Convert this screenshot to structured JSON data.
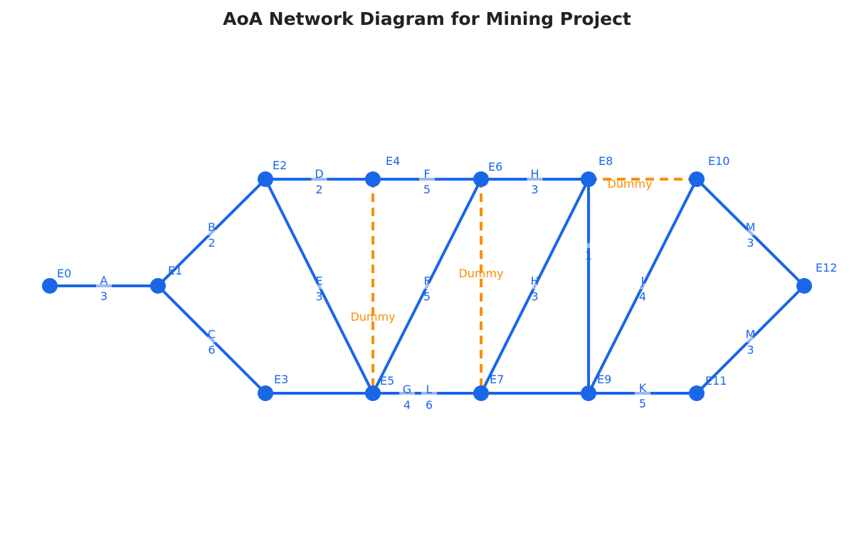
{
  "title": "AoA Network Diagram for Mining Project",
  "colors": {
    "activity": "#1a66e8",
    "dummy": "#ff8c00",
    "node": "#1a66e8"
  },
  "nodes": [
    "E0",
    "E1",
    "E2",
    "E3",
    "E4",
    "E5",
    "E6",
    "E7",
    "E8",
    "E9",
    "E10",
    "E11",
    "E12"
  ],
  "edges": [
    {
      "from": "E0",
      "to": "E1",
      "activity": "A",
      "duration": "3"
    },
    {
      "from": "E1",
      "to": "E2",
      "activity": "B",
      "duration": "2"
    },
    {
      "from": "E1",
      "to": "E3",
      "activity": "C",
      "duration": "6"
    },
    {
      "from": "E2",
      "to": "E4",
      "activity": "D",
      "duration": "2"
    },
    {
      "from": "E2",
      "to": "E5",
      "activity": "E",
      "duration": "3"
    },
    {
      "from": "E3",
      "to": "E5",
      "activity": "",
      "duration": ""
    },
    {
      "from": "E4",
      "to": "E6",
      "activity": "F",
      "duration": "5"
    },
    {
      "from": "E5",
      "to": "E6",
      "activity": "F",
      "duration": "5"
    },
    {
      "from": "E5",
      "to": "E7",
      "activity": "G",
      "duration": "4"
    },
    {
      "from": "E5",
      "to": "E7",
      "activity": "L",
      "duration": "6"
    },
    {
      "from": "E6",
      "to": "E8",
      "activity": "H",
      "duration": "3"
    },
    {
      "from": "E7",
      "to": "E8",
      "activity": "H",
      "duration": "3"
    },
    {
      "from": "E7",
      "to": "E9",
      "activity": "",
      "duration": ""
    },
    {
      "from": "E8",
      "to": "E9",
      "activity": "I",
      "duration": "1"
    },
    {
      "from": "E9",
      "to": "E10",
      "activity": "J",
      "duration": "4"
    },
    {
      "from": "E9",
      "to": "E11",
      "activity": "K",
      "duration": "5"
    },
    {
      "from": "E10",
      "to": "E12",
      "activity": "M",
      "duration": "3"
    },
    {
      "from": "E11",
      "to": "E12",
      "activity": "M",
      "duration": "3"
    },
    {
      "from": "E4",
      "to": "E5",
      "activity": "Dummy",
      "dummy": true
    },
    {
      "from": "E6",
      "to": "E7",
      "activity": "Dummy",
      "dummy": true
    },
    {
      "from": "E8",
      "to": "E10",
      "activity": "Dummy",
      "dummy": true
    }
  ]
}
